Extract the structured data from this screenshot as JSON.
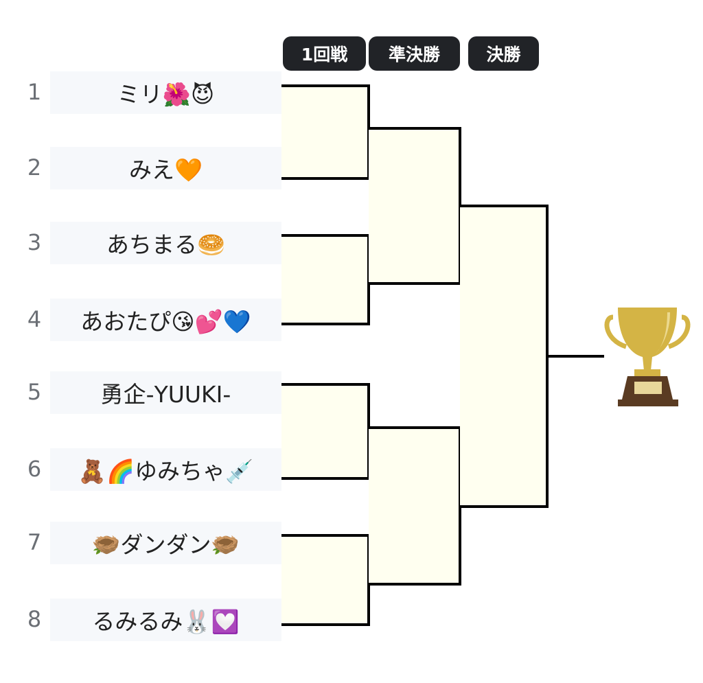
{
  "rounds": [
    "1回戦",
    "準決勝",
    "決勝"
  ],
  "entrants": [
    {
      "seed": "1",
      "name": "ミリ🌺😈"
    },
    {
      "seed": "2",
      "name": "みえ🧡"
    },
    {
      "seed": "3",
      "name": "あちまる🥯"
    },
    {
      "seed": "4",
      "name": "あおたぴ😘💕💙"
    },
    {
      "seed": "5",
      "name": "勇企-YUUKI-"
    },
    {
      "seed": "6",
      "name": "🧸🌈ゆみちゃ💉"
    },
    {
      "seed": "7",
      "name": "🪹ダンダン🪹"
    },
    {
      "seed": "8",
      "name": "るみるみ🐰💟"
    }
  ],
  "colors": {
    "header_bg": "#212327",
    "bracket_fill": "#fffff0",
    "trophy_gold": "#d4b445",
    "trophy_base": "#5a3b22"
  },
  "icons": {
    "trophy": "trophy-icon"
  }
}
